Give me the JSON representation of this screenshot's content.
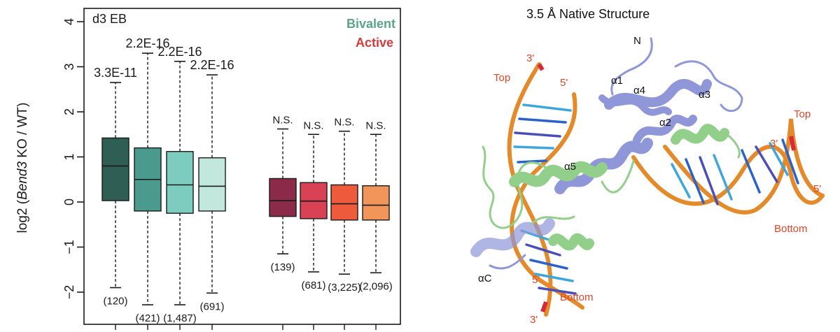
{
  "chart_data": {
    "type": "box",
    "panel_label": "d3 EB",
    "ylabel_parts": [
      "log2 (",
      "Bend3",
      " KO / WT)"
    ],
    "yticks": [
      -2,
      -1,
      0,
      1,
      2,
      3,
      4
    ],
    "ylim": [
      -2.7,
      4.4
    ],
    "groups": [
      {
        "name": "Bivalent",
        "color": "#5aa58a"
      },
      {
        "name": "Active",
        "color": "#d53a3a"
      }
    ],
    "boxes": [
      {
        "group": "Bivalent",
        "color": "#2e5e54",
        "whisker_low": -1.9,
        "q1": 0.03,
        "median": 0.8,
        "q3": 1.42,
        "whisker_high": 2.65,
        "pvalue": "3.3E-11",
        "n_label": "(120)"
      },
      {
        "group": "Bivalent",
        "color": "#4b9a8e",
        "whisker_low": -2.28,
        "q1": -0.2,
        "median": 0.5,
        "q3": 1.2,
        "whisker_high": 3.3,
        "pvalue": "2.2E-16",
        "n_label": "(421)"
      },
      {
        "group": "Bivalent",
        "color": "#7ccdbf",
        "whisker_low": -2.28,
        "q1": -0.25,
        "median": 0.38,
        "q3": 1.12,
        "whisker_high": 3.12,
        "pvalue": "2.2E-16",
        "n_label": "(1,487)"
      },
      {
        "group": "Bivalent",
        "color": "#c2e8dd",
        "whisker_low": -2.02,
        "q1": -0.2,
        "median": 0.35,
        "q3": 0.98,
        "whisker_high": 2.82,
        "pvalue": "2.2E-16",
        "n_label": "(691)"
      },
      {
        "group": "Active",
        "color": "#8c2a4a",
        "whisker_low": -1.15,
        "q1": -0.32,
        "median": 0.03,
        "q3": 0.52,
        "whisker_high": 1.62,
        "pvalue": "N.S.",
        "n_label": "(139)"
      },
      {
        "group": "Active",
        "color": "#d94155",
        "whisker_low": -1.55,
        "q1": -0.37,
        "median": 0.02,
        "q3": 0.43,
        "whisker_high": 1.5,
        "pvalue": "N.S.",
        "n_label": "(681)"
      },
      {
        "group": "Active",
        "color": "#ee5a3c",
        "whisker_low": -1.6,
        "q1": -0.4,
        "median": -0.04,
        "q3": 0.38,
        "whisker_high": 1.57,
        "pvalue": "N.S.",
        "n_label": "(3,225)"
      },
      {
        "group": "Active",
        "color": "#f2955a",
        "whisker_low": -1.57,
        "q1": -0.4,
        "median": -0.07,
        "q3": 0.36,
        "whisker_high": 1.5,
        "pvalue": "N.S.",
        "n_label": "(2,096)"
      }
    ]
  },
  "structure": {
    "title": "3.5 Å Native Structure",
    "labels": {
      "n_term": "N",
      "alpha1": "α1",
      "alpha4": "α4",
      "alpha3": "α3",
      "alpha2": "α2",
      "alpha5": "α5",
      "alphaC": "αC"
    },
    "dna_labels": {
      "left_3prime_top": "3'",
      "left_top": "Top",
      "left_5prime_top": "5'",
      "left_5prime_bottom": "5'",
      "left_bottom": "Bottom",
      "left_3prime_bottom": "3'",
      "right_top": "Top",
      "right_3prime": "3'",
      "right_5prime": "5'",
      "right_bottom": "Bottom"
    },
    "colors": {
      "dna_backbone": "#e48a2a",
      "dna_bases": [
        "#2a62c8",
        "#3fa6dc",
        "#4a4fb8"
      ],
      "protein_blue": "#8f97d8",
      "protein_green": "#92cf8a"
    }
  }
}
